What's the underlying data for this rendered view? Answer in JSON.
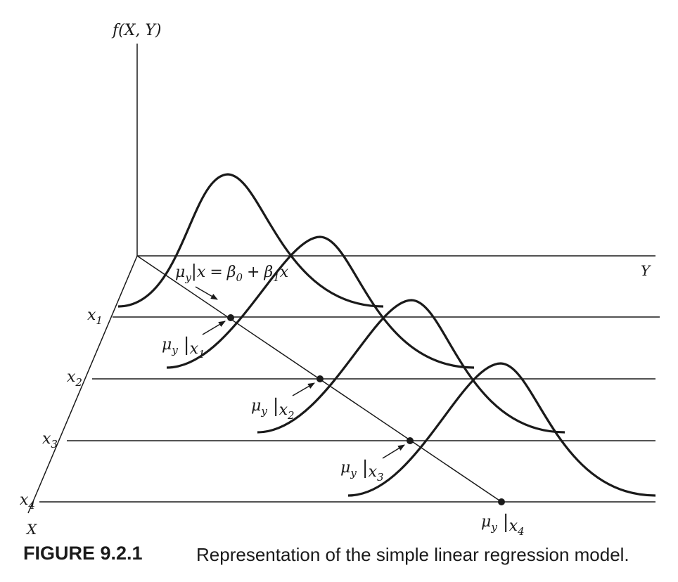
{
  "axes": {
    "vertical_label": "f(X, Y)",
    "y_label": "Y",
    "x_label": "X"
  },
  "x_levels": [
    {
      "sym": "x",
      "sub": "1"
    },
    {
      "sym": "x",
      "sub": "2"
    },
    {
      "sym": "x",
      "sub": "3"
    },
    {
      "sym": "x",
      "sub": "4"
    }
  ],
  "regression_label": {
    "mu": "μ",
    "sub_y": "y",
    "given": "x",
    "equals": "=",
    "beta0": "β",
    "beta0_sub": "0",
    "plus": "+",
    "beta1": "β",
    "beta1_sub": "1",
    "trail": "x"
  },
  "mean_labels": [
    {
      "mu": "μ",
      "sub_y": "y",
      "given_sym": "x",
      "given_sub": "1"
    },
    {
      "mu": "μ",
      "sub_y": "y",
      "given_sym": "x",
      "given_sub": "2"
    },
    {
      "mu": "μ",
      "sub_y": "y",
      "given_sym": "x",
      "given_sub": "3"
    },
    {
      "mu": "μ",
      "sub_y": "y",
      "given_sym": "x",
      "given_sub": "4"
    }
  ],
  "caption": {
    "label": "FIGURE 9.2.1",
    "text": "Representation of the simple linear regression model."
  }
}
